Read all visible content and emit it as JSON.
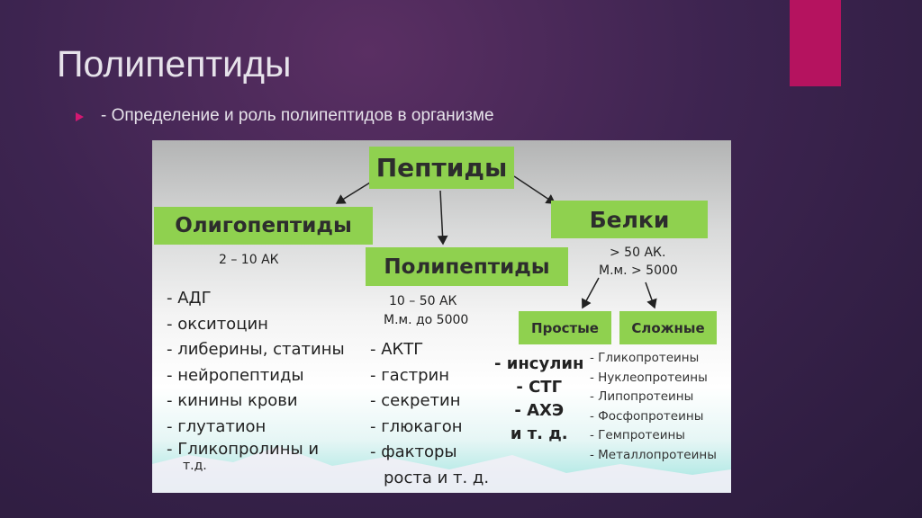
{
  "slide": {
    "title": "Полипептиды",
    "subtitle": "- Определение и роль полипептидов в организме",
    "accent_color": "#b5135f"
  },
  "diagram": {
    "root": "Пептиды",
    "oligo": {
      "label": "Олигопептиды",
      "range": "2 – 10  АК",
      "items": [
        "- АДГ",
        "- окситоцин",
        "- либерины, статины",
        "- нейропептиды",
        "- кинины крови",
        "- глутатион",
        "- Гликопролины и",
        "т.д."
      ]
    },
    "poly": {
      "label": "Полипептиды",
      "range": "10 – 50  АК",
      "mass": "М.м. до 5000",
      "items": [
        "- АКТГ",
        "- гастрин",
        "- секретин",
        "- глюкагон",
        "- факторы",
        "роста и  т. д."
      ]
    },
    "proteins": {
      "label": "Белки",
      "range": "> 50  АК.",
      "mass": "М.м. > 5000",
      "simple": {
        "label": "Простые",
        "items": [
          "- инсулин",
          "- СТГ",
          "- АХЭ",
          "и  т. д."
        ]
      },
      "complex": {
        "label": "Сложные",
        "items": [
          "- Гликопротеины",
          "- Нуклеопротеины",
          "- Липопротеины",
          "- Фосфопротеины",
          "- Гемпротеины",
          "- Металлопротеины"
        ]
      }
    },
    "box_color": "#8fd14f"
  }
}
